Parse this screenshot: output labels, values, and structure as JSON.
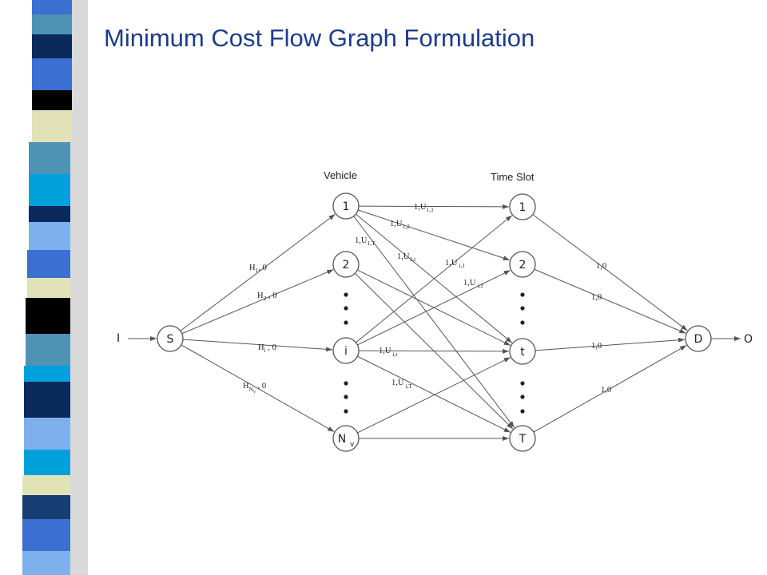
{
  "slide": {
    "title": "Minimum Cost Flow Graph Formulation",
    "accent_color": "#1d3c8a",
    "stripe_colors": [
      "#3b6fd1",
      "#0a2a5c",
      "#4e93b3",
      "#e2e2b8",
      "#000000",
      "#7fb0ee",
      "#00a1db",
      "#153e73"
    ]
  },
  "diagram": {
    "headers": {
      "vehicle": "Vehicle",
      "time_slot": "Time Slot"
    },
    "nodes": {
      "source": "S",
      "sink": "D",
      "input": "I",
      "output": "O",
      "vehicles": {
        "v1": "1",
        "v2": "2",
        "vi": "i",
        "vn_main": "N",
        "vn_sub": "v"
      },
      "slots": {
        "t1": "1",
        "t2": "2",
        "tt": "t",
        "tT": "T"
      }
    },
    "edge_labels": {
      "h1": {
        "main": "H",
        "sub": "1",
        "rest": ", 0"
      },
      "h2": {
        "main": "H",
        "sub": "2",
        "rest": " , 0"
      },
      "hi": {
        "main": "H",
        "sub": "i",
        "rest": " , 0"
      },
      "hn": {
        "main": "H",
        "sub": "N",
        "subsub": "v",
        "rest": " , 0"
      },
      "u11": {
        "main": "1,U",
        "sub": "1,1"
      },
      "u12": {
        "main": "1,U",
        "sub": "1,2"
      },
      "u1T": {
        "main": "1,U",
        "sub": "1,T"
      },
      "u1t": {
        "main": "1,U",
        "sub": "1,t"
      },
      "ui1": {
        "main": "1,U",
        "sub": "i,1"
      },
      "ui2": {
        "main": "1,U",
        "sub": "i,2"
      },
      "uit": {
        "main": "1,U",
        "sub": "i,t"
      },
      "uiT": {
        "main": "1,U",
        "sub": "i,T"
      },
      "d1": "1,0",
      "d2": "1,0",
      "dt": "1,0",
      "dT": "1,0"
    }
  }
}
